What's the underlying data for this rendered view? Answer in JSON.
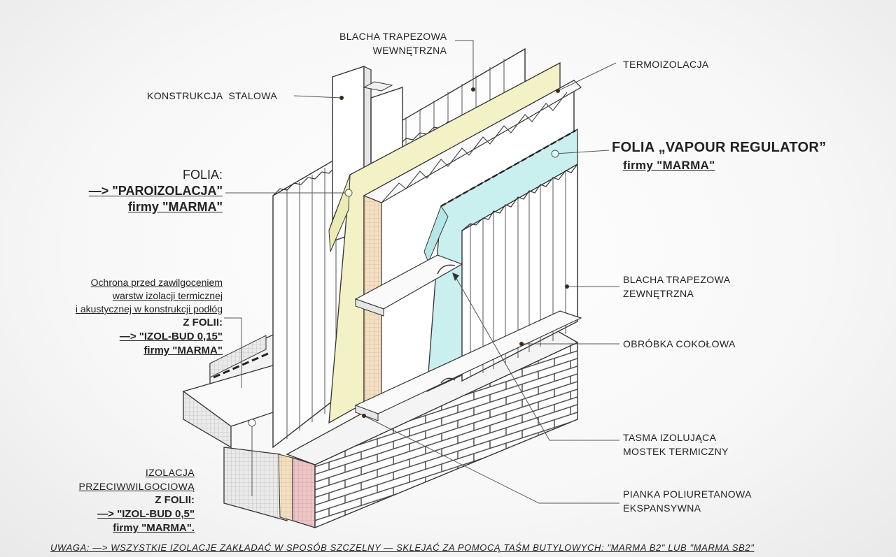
{
  "labels": {
    "blacha_wewnetrzna": [
      "BLACHA TRAPEZOWA",
      "WEWNĘTRZNA"
    ],
    "termoizolacja": "TERMOIZOLACJA",
    "konstrukcja": "KONSTRUKCJA  STALOWA",
    "folia_vapour": {
      "title": "FOLIA „VAPOUR REGULATOR”",
      "sub": "firmy \"MARMA\""
    },
    "folia_paroizolacja": {
      "line1": "FOLIA:",
      "line2": "—> \"PAROIZOLACJA\"",
      "line3": "firmy \"MARMA\""
    },
    "ochrona": {
      "line1": "Ochrona przed zawilgoceniem",
      "line2": "warstw izolacji termicznej",
      "line3": "i akustycznej w konstrukcji podłóg",
      "line4": "Z FOLII:",
      "line5": "—> \"IZOL-BUD 0,15\"",
      "line6": "firmy \"MARMA\""
    },
    "blacha_zewnetrzna": [
      "BLACHA TRAPEZOWA",
      "ZEWNĘTRZNA"
    ],
    "obrobka": "OBRÓBKA COKOŁOWA",
    "tasma": [
      "TASMA IZOLUJĄCA",
      "MOSTEK TERMICZNY"
    ],
    "pianka": [
      "PIANKA POLIURETANOWA",
      "EKSPANSYWNA"
    ],
    "izolacja": {
      "line1": "IZOLACJA",
      "line2": "PRZECIWWILGOCIOWĄ",
      "line3": "Z FOLII:",
      "line4": "—> \"IZOL-BUD 0,5\"",
      "line5": "firmy \"MARMA\"."
    }
  },
  "note": "UWAGA:  —> WSZYSTKIE IZOLACJE ZAKŁADAĆ W SPOSÓB SZCZELNY  — SKLEJAĆ ZA POMOCĄ TAŚM BUTYLOWYCH: \"MARMA B2\" LUB \"MARMA SB2\"",
  "colors": {
    "outline": "#333333",
    "yellow_foil": "#f3f1c6",
    "blue_foil": "#c9efef",
    "insulation": "#f4e4c8",
    "brick_red": "#e9c3c3",
    "sheet": "#ffffff",
    "shade": "#e6e6e6"
  }
}
